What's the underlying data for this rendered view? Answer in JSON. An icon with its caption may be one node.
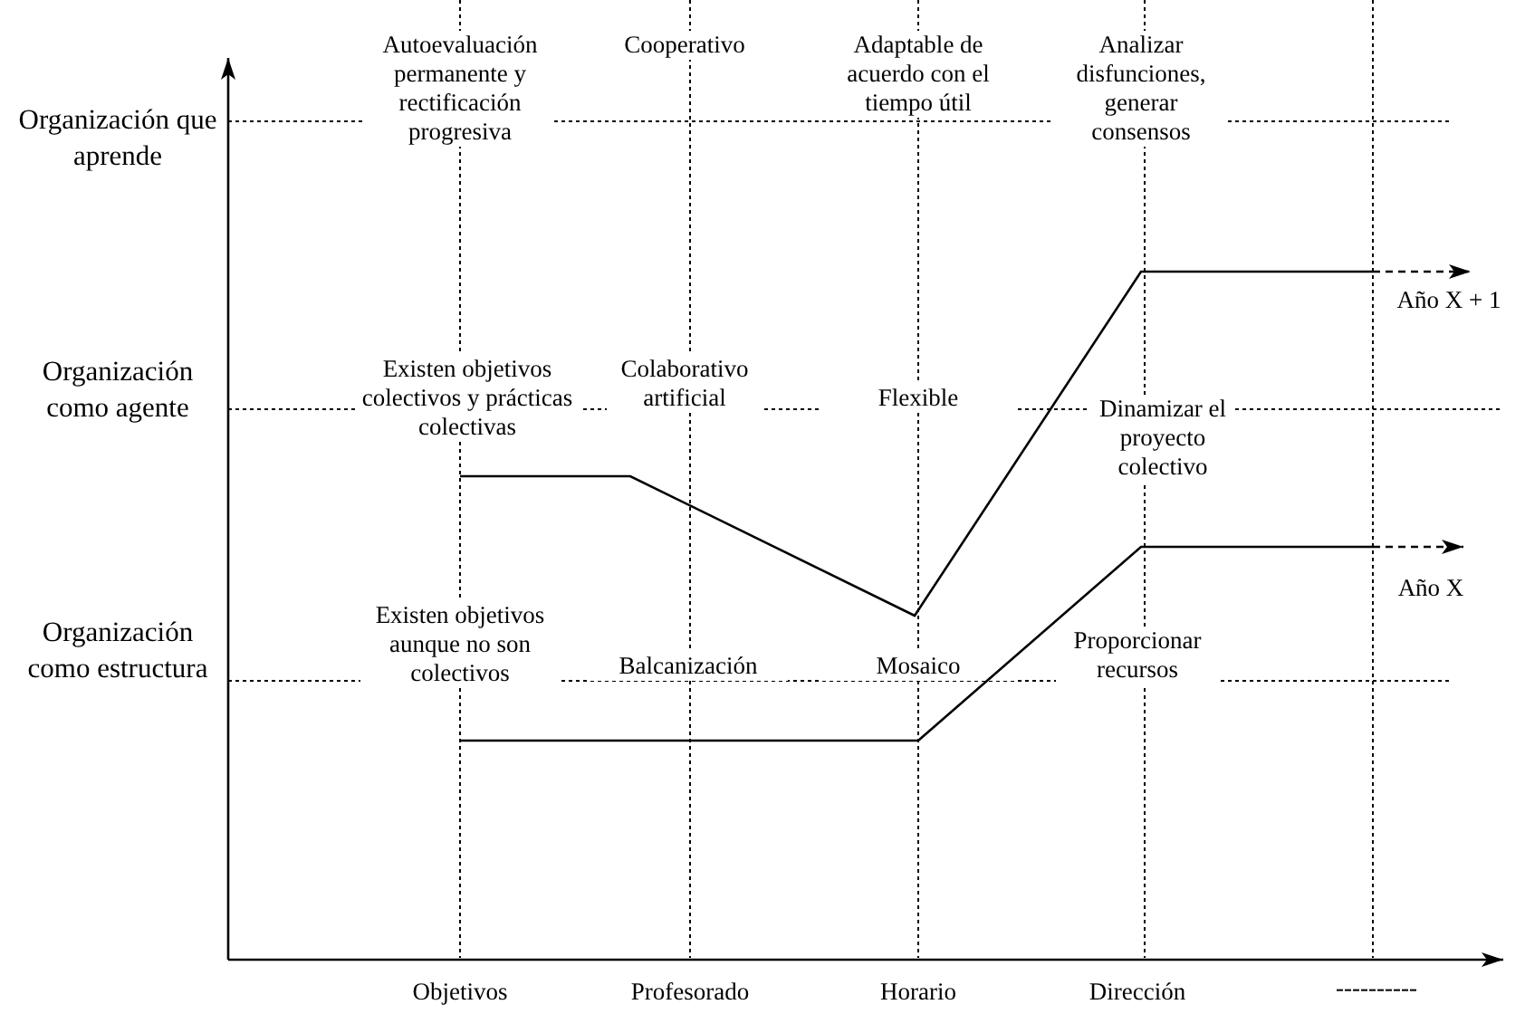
{
  "diagram": {
    "labels": [
      "Organización que aprende",
      "Autoevaluación permanente y rectificación progresiva",
      "Cooperativo",
      "Adaptable de acuerdo con el tiempo útil",
      "Analizar disfunciones, generar consensos",
      "Año X + 1",
      "Organización como agente",
      "Existen objetivos colectivos y prácticas colectivas",
      "Colaborativo artificial",
      "Flexible",
      "Dinamizar el proyecto colectivo",
      "Año X",
      "Organización como estructura",
      "Existen objetivos aunque no son colectivos",
      "Balcanización",
      "Mosaico",
      "Proporcionar recursos",
      "Objetivos",
      "Profesorado",
      "Horario",
      "Dirección",
      "----------"
    ]
  }
}
